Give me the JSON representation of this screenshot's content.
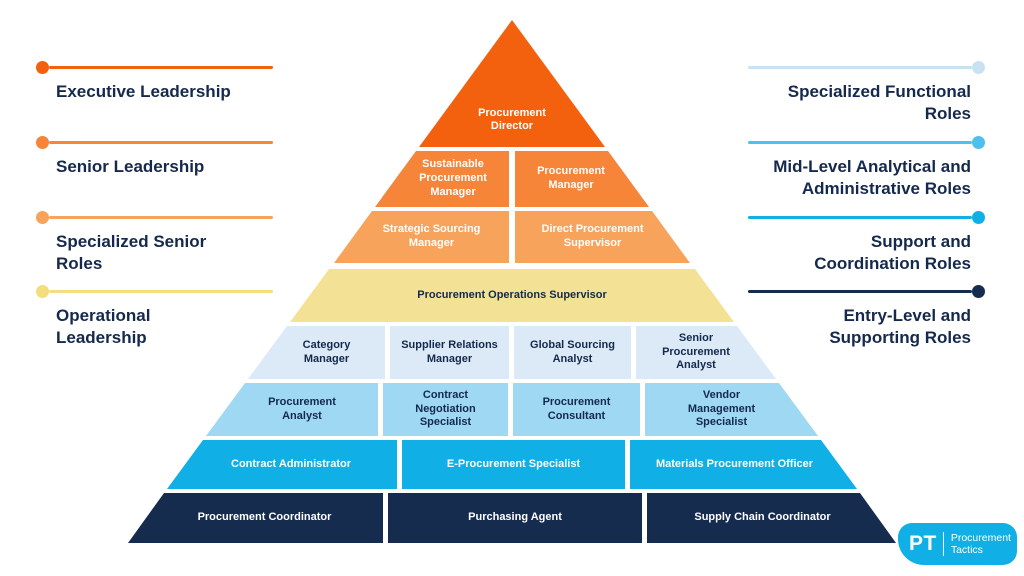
{
  "page": {
    "background": "#FFFFFF",
    "text_color": "#14294D"
  },
  "legend_left": {
    "items": [
      {
        "label": "Executive Leadership",
        "color": "#F4610E"
      },
      {
        "label": "Senior Leadership",
        "color": "#F68439"
      },
      {
        "label": "Specialized Senior\nRoles",
        "color": "#F7A35C"
      },
      {
        "label": "Operational\nLeadership",
        "color": "#F3DD7F"
      }
    ]
  },
  "legend_right": {
    "items": [
      {
        "label": "Specialized Functional\nRoles",
        "color": "#C9E2F1"
      },
      {
        "label": "Mid-Level Analytical and\nAdministrative Roles",
        "color": "#4FC0ED"
      },
      {
        "label": "Support and\nCoordination Roles",
        "color": "#10B0E6"
      },
      {
        "label": "Entry-Level and\nSupporting Roles",
        "color": "#152C4E"
      }
    ]
  },
  "pyramid": {
    "levels": [
      {
        "color": "#F4610E",
        "text_color": "#FFFFFF",
        "blocks": [
          "Procurement\nDirector"
        ]
      },
      {
        "color": "#F68439",
        "text_color": "#FFFFFF",
        "blocks": [
          "Sustainable\nProcurement\nManager",
          "Procurement\nManager"
        ]
      },
      {
        "color": "#F7A35C",
        "text_color": "#FFFFFF",
        "blocks": [
          "Strategic Sourcing\nManager",
          "Direct Procurement\nSupervisor"
        ]
      },
      {
        "color": "#F3E295",
        "text_color": "#14294D",
        "blocks": [
          "Procurement Operations Supervisor"
        ]
      },
      {
        "color": "#DBEAF6",
        "text_color": "#14294D",
        "blocks": [
          "Category\nManager",
          "Supplier Relations\nManager",
          "Global Sourcing\nAnalyst",
          "Senior\nProcurement\nAnalyst"
        ]
      },
      {
        "color": "#9ED8F3",
        "text_color": "#14294D",
        "blocks": [
          "Procurement\nAnalyst",
          "Contract\nNegotiation\nSpecialist",
          "Procurement\nConsultant",
          "Vendor\nManagement\nSpecialist"
        ]
      },
      {
        "color": "#10B0E6",
        "text_color": "#FFFFFF",
        "blocks": [
          "Contract Administrator",
          "E-Procurement Specialist",
          "Materials Procurement Officer"
        ]
      },
      {
        "color": "#152C4E",
        "text_color": "#FFFFFF",
        "blocks": [
          "Procurement Coordinator",
          "Purchasing Agent",
          "Supply Chain Coordinator"
        ]
      }
    ]
  },
  "logo": {
    "abbr": "PT",
    "name": "Procurement\nTactics",
    "bg_color": "#10B0E6"
  }
}
